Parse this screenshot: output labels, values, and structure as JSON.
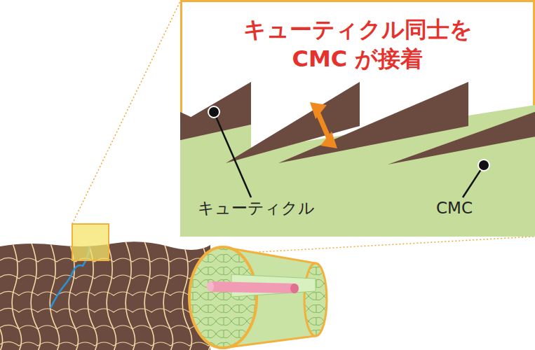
{
  "diagram": {
    "title": "キューティクル同士を CMC が接着",
    "labels": [
      "キューティクル",
      "CMC"
    ]
  }
}
